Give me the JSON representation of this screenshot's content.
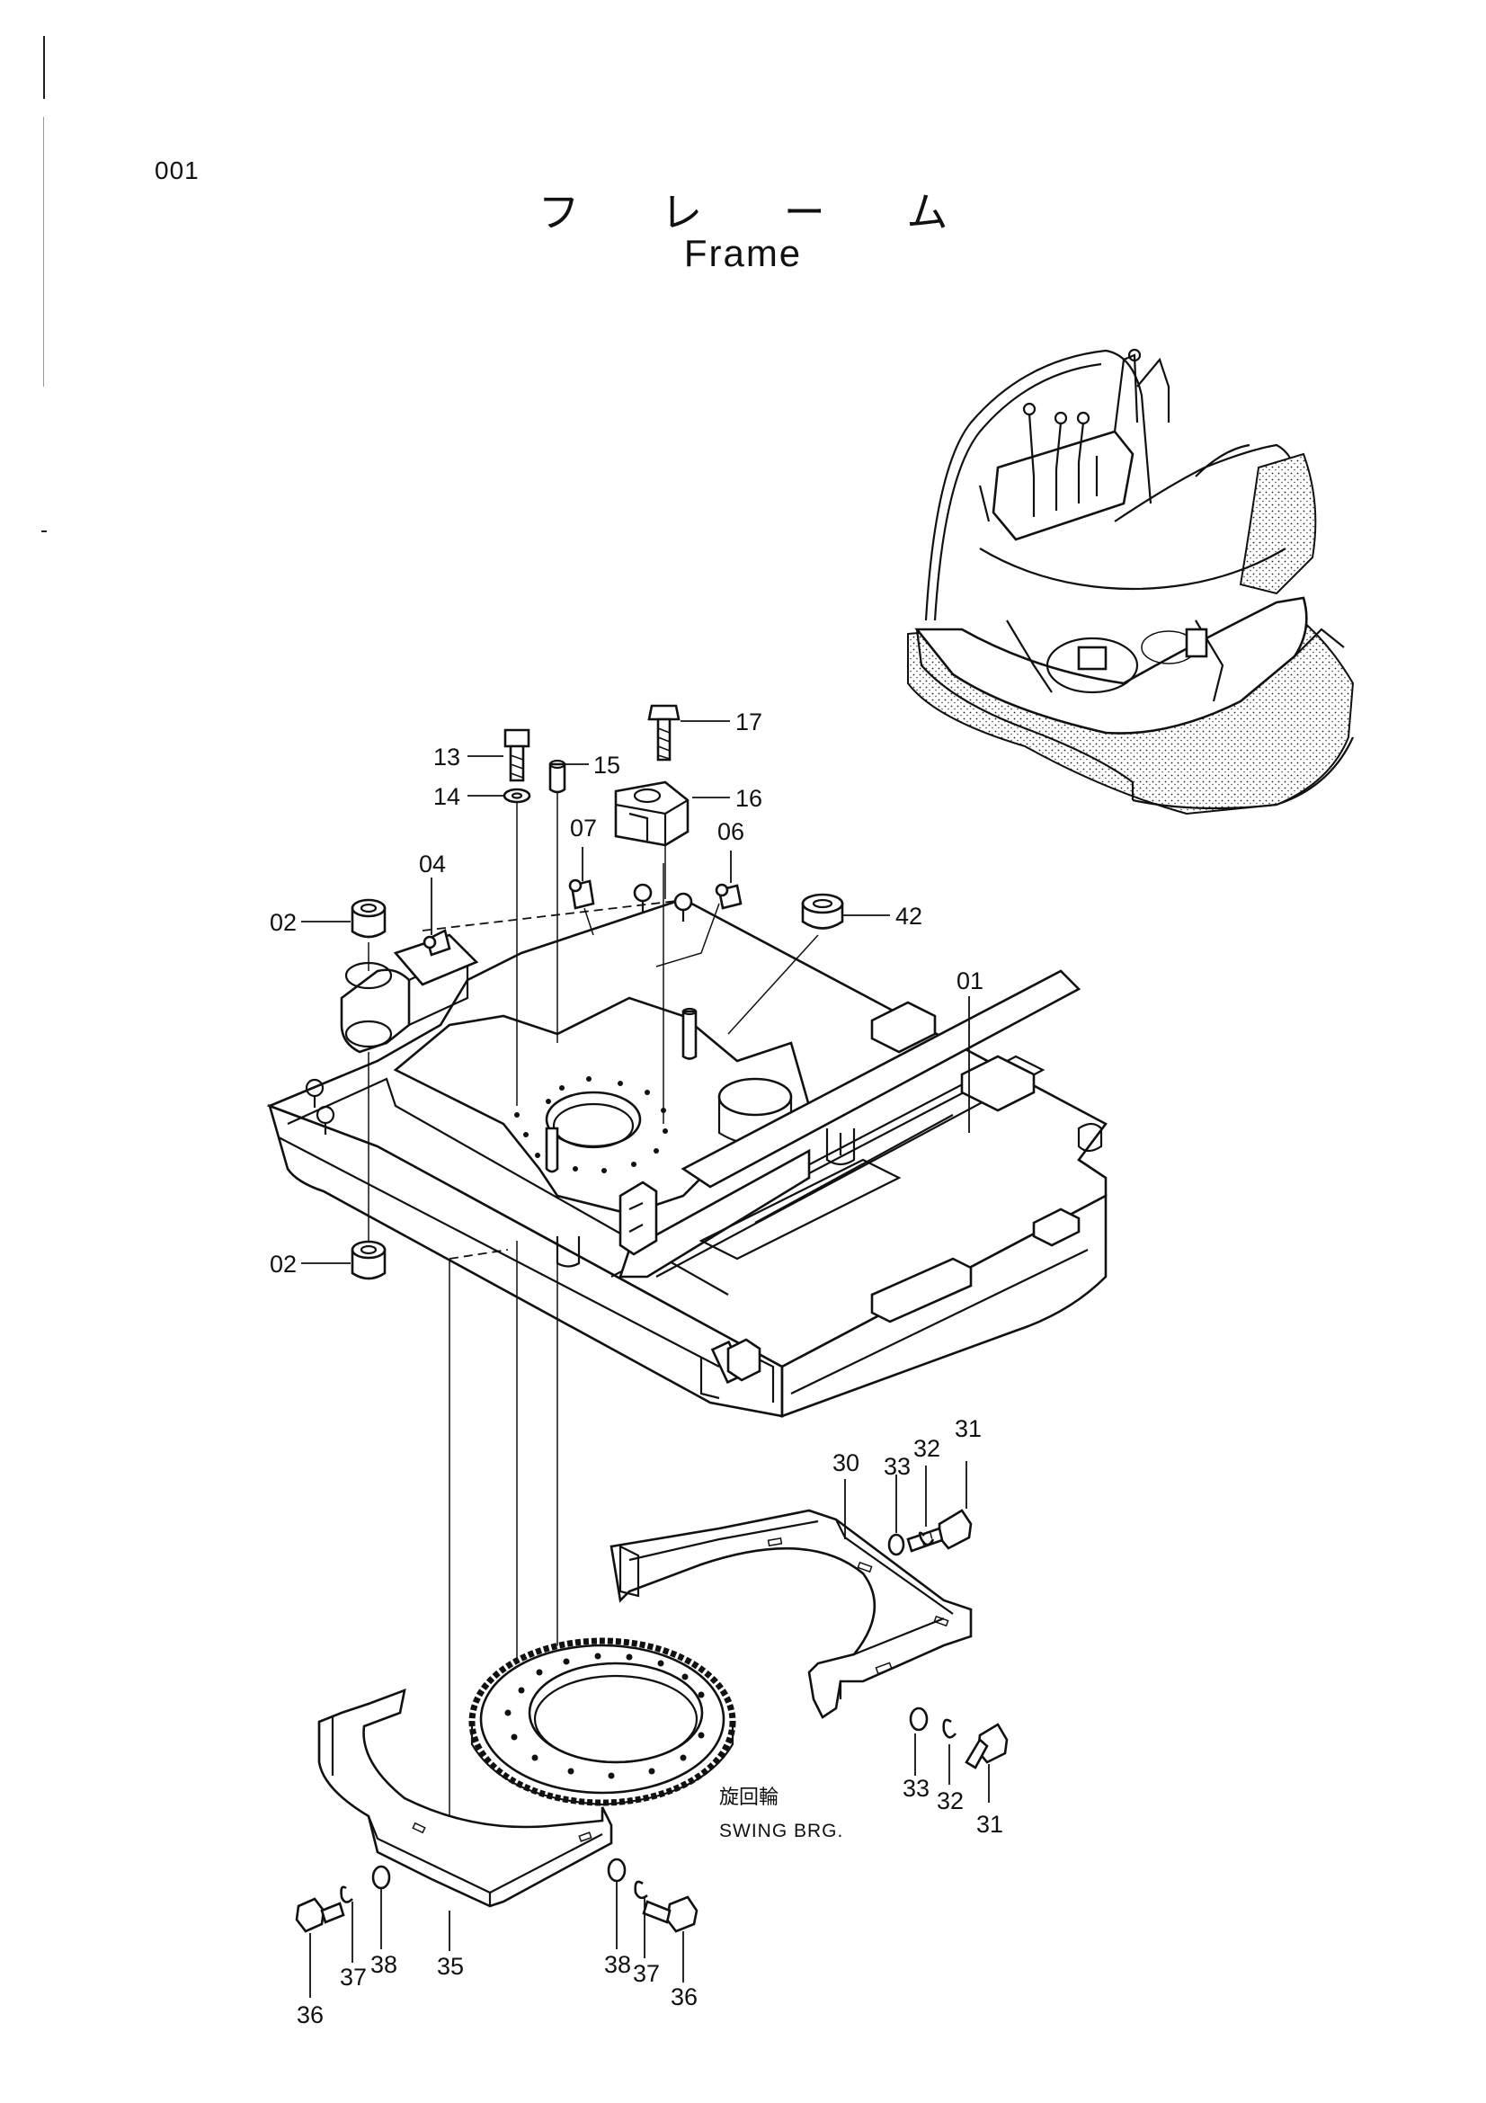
{
  "page": {
    "number": "001"
  },
  "title": {
    "japanese": "フ レ ー ム",
    "english": "Frame"
  },
  "callouts": [
    {
      "id": "13",
      "text": "13"
    },
    {
      "id": "14",
      "text": "14"
    },
    {
      "id": "15",
      "text": "15"
    },
    {
      "id": "16",
      "text": "16"
    },
    {
      "id": "17",
      "text": "17"
    },
    {
      "id": "07",
      "text": "07"
    },
    {
      "id": "06",
      "text": "06"
    },
    {
      "id": "04",
      "text": "04"
    },
    {
      "id": "02a",
      "text": "02"
    },
    {
      "id": "42",
      "text": "42"
    },
    {
      "id": "01",
      "text": "01"
    },
    {
      "id": "02b",
      "text": "02"
    },
    {
      "id": "30",
      "text": "30"
    },
    {
      "id": "33a",
      "text": "33"
    },
    {
      "id": "32a",
      "text": "32"
    },
    {
      "id": "31a",
      "text": "31"
    },
    {
      "id": "33b",
      "text": "33"
    },
    {
      "id": "32b",
      "text": "32"
    },
    {
      "id": "31b",
      "text": "31"
    },
    {
      "id": "35",
      "text": "35"
    },
    {
      "id": "36a",
      "text": "36"
    },
    {
      "id": "37a",
      "text": "37"
    },
    {
      "id": "38a",
      "text": "38"
    },
    {
      "id": "38b",
      "text": "38"
    },
    {
      "id": "37b",
      "text": "37"
    },
    {
      "id": "36b",
      "text": "36"
    }
  ],
  "swing_bearing": {
    "japanese": "旋回輪",
    "english": "SWING BRG."
  }
}
